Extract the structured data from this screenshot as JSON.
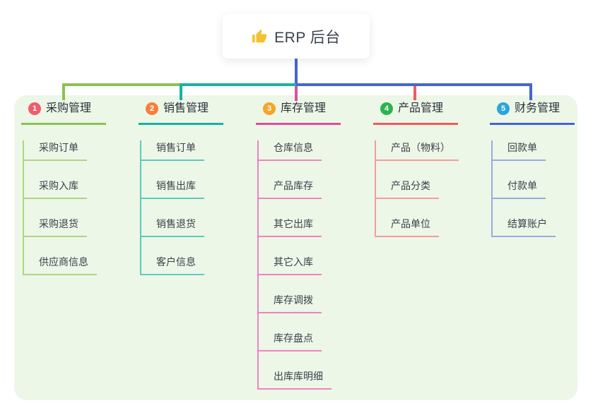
{
  "root": {
    "icon": "thumbs-up-icon",
    "title": "ERP 后台",
    "stem_color": "#4565d2",
    "icon_color": "#f2c230"
  },
  "panel_bg": "#ecf7e7",
  "branches": [
    {
      "num": "1",
      "label": "采购管理",
      "badge_color": "#f15b6c",
      "line_color": "#8cc152",
      "child_line_color": "#aed581",
      "children": [
        "采购订单",
        "采购入库",
        "采购退货",
        "供应商信息"
      ]
    },
    {
      "num": "2",
      "label": "销售管理",
      "badge_color": "#f58138",
      "line_color": "#17b3a3",
      "child_line_color": "#5fc9c0",
      "children": [
        "销售订单",
        "销售出库",
        "销售退货",
        "客户信息"
      ]
    },
    {
      "num": "3",
      "label": "库存管理",
      "badge_color": "#f7a427",
      "line_color": "#e04e9e",
      "child_line_color": "#f083c0",
      "children": [
        "仓库信息",
        "产品库存",
        "其它出库",
        "其它入库",
        "库存调拨",
        "库存盘点",
        "出库库明细"
      ]
    },
    {
      "num": "4",
      "label": "产品管理",
      "badge_color": "#2db350",
      "line_color": "#f25b5b",
      "child_line_color": "#f59b9b",
      "children": [
        "产品（物料）",
        "产品分类",
        "产品单位"
      ]
    },
    {
      "num": "5",
      "label": "财务管理",
      "badge_color": "#2aa5de",
      "line_color": "#4565d2",
      "child_line_color": "#97abdf",
      "children": [
        "回款单",
        "付款单",
        "结算账户"
      ]
    }
  ]
}
